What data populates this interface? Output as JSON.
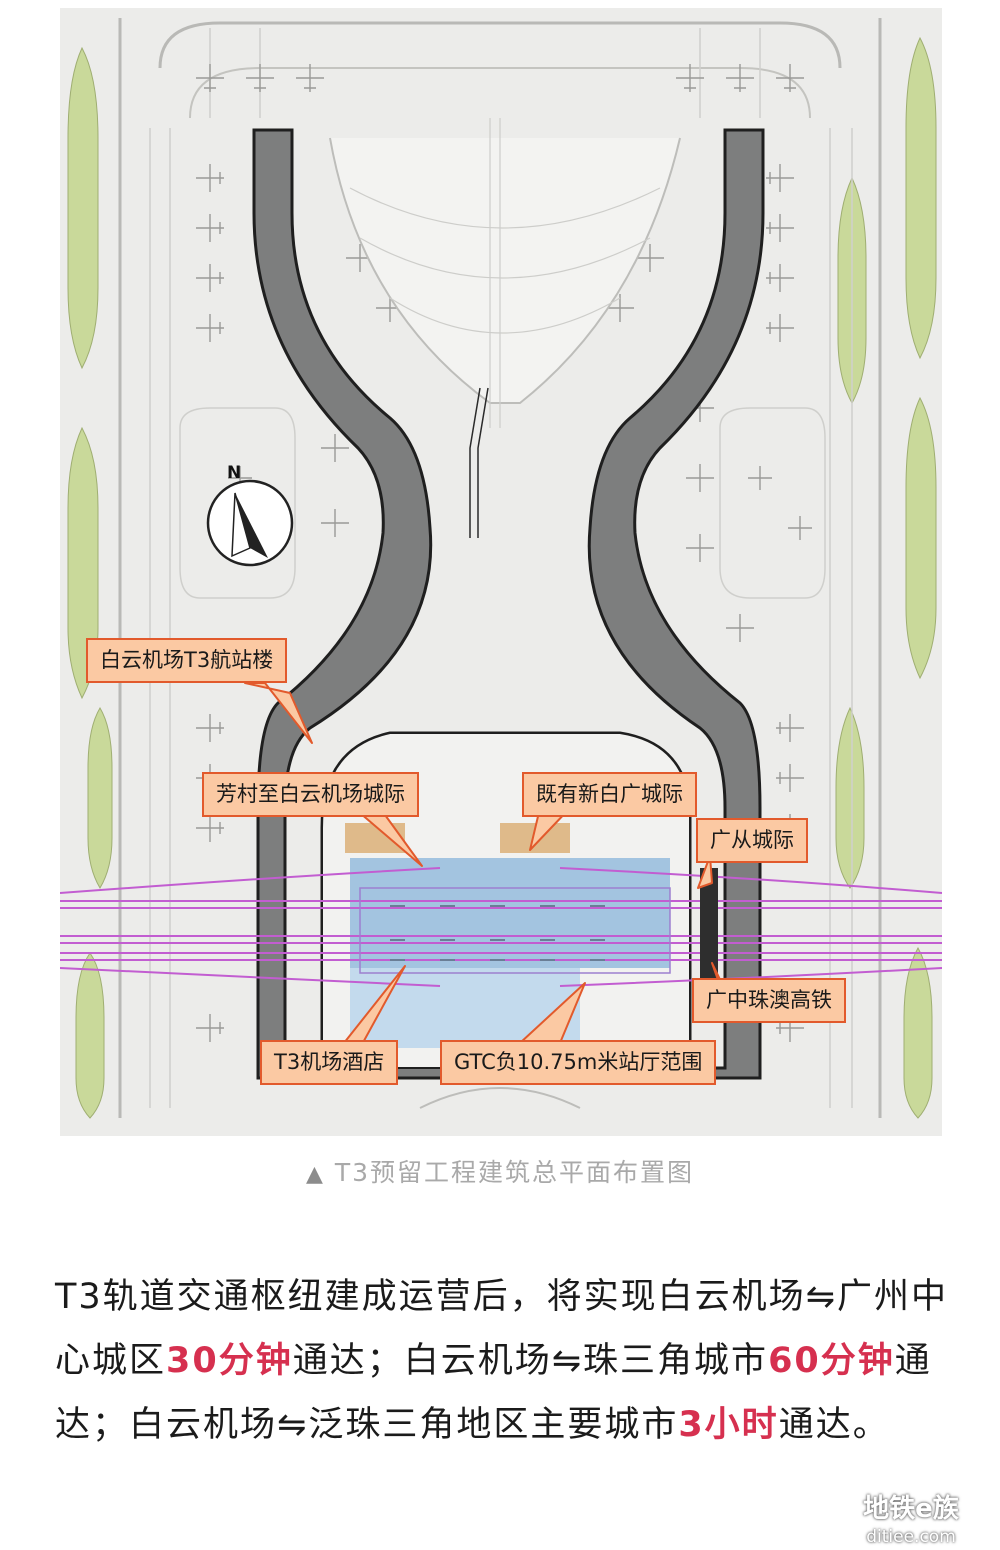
{
  "plan": {
    "compass_letter": "N",
    "labels": {
      "terminal": "白云机场T3航站楼",
      "fangcun": "芳村至白云机场城际",
      "baiguang": "既有新白广城际",
      "guangcong": "广从城际",
      "gzzm": "广中珠澳高铁",
      "hotel": "T3机场酒店",
      "gtc": "GTC负10.75m米站厅范围"
    },
    "colors": {
      "terminal_fill": "#7d7e7e",
      "station_fill": "#8fb8dc",
      "rail_lines": "#c25dd1",
      "callout_fill": "#fbc9a3",
      "callout_border": "#e25a2c",
      "green_strips": "#c9d99a"
    }
  },
  "caption": {
    "marker": "▲",
    "text": "T3预留工程建筑总平面布置图"
  },
  "article": {
    "p1": "T3轨道交通枢纽建成运营后，将实现白云机场⇋广州中心城区",
    "hl1": "30分钟",
    "p2": "通达；白云机场⇋珠三角城市",
    "hl2": "60分钟",
    "p3": "通达；白云机场⇋泛珠三角地区主要城市",
    "hl3": "3小时",
    "p4": "通达。"
  },
  "watermark": {
    "line1": "地铁e族",
    "line2": "ditiee.com"
  }
}
